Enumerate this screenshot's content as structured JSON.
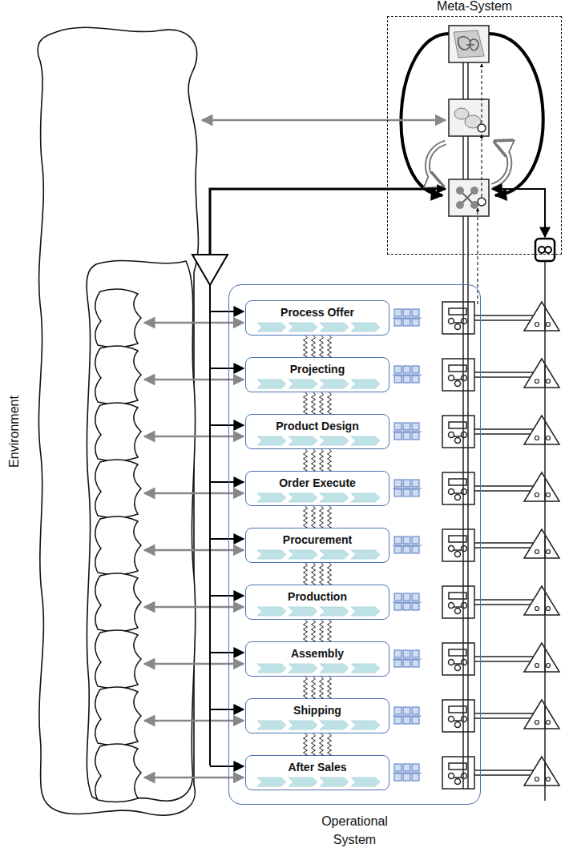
{
  "diagram": {
    "nodes": [
      {
        "text": [
          "Meta-System"
        ]
      },
      {
        "text": [
          "Operational System"
        ]
      },
      {
        "text": [
          "Process Offer"
        ],
        "in": 1
      },
      {
        "text": [
          "Projecting"
        ],
        "in": 1
      },
      {
        "text": [
          "Product Design"
        ],
        "in": 1
      },
      {
        "text": [
          "Order Execute"
        ],
        "in": 1
      },
      {
        "text": [
          "Procurement"
        ],
        "in": 1
      },
      {
        "text": [
          "Production"
        ],
        "in": 1
      },
      {
        "text": [
          "Assembly"
        ],
        "in": 1
      },
      {
        "text": [
          "Shipping"
        ],
        "in": 1
      },
      {
        "text": [
          "After Sales"
        ],
        "in": 1
      }
    ],
    "edges": [
      {
        "from": 2,
        "to": 3,
        "arrow": "none"
      },
      {
        "from": 3,
        "to": 4,
        "arrow": "none"
      },
      {
        "from": 4,
        "to": 5,
        "arrow": "none"
      },
      {
        "from": 5,
        "to": 6,
        "arrow": "none"
      },
      {
        "from": 6,
        "to": 7,
        "arrow": "none"
      },
      {
        "from": 7,
        "to": 8,
        "arrow": "none"
      },
      {
        "from": 8,
        "to": 9,
        "arrow": "none"
      },
      {
        "from": 9,
        "to": 10,
        "arrow": "none"
      }
    ],
    "labels": [
      "Environment"
    ]
  }
}
